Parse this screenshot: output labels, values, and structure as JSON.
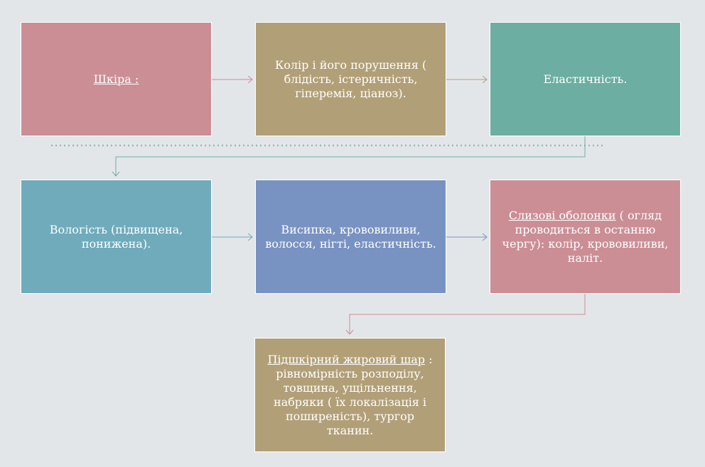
{
  "nodes": {
    "skin": {
      "title": "Шкіра :",
      "color": "#cb8e95"
    },
    "color_changes": {
      "text": "Колір  і його порушення ( блідість, істеричність, гіперемія, ціаноз).",
      "color": "#b19f77"
    },
    "elasticity": {
      "text": "Еластичність.",
      "color": "#6caea2"
    },
    "moisture": {
      "text": "Вологість (підвищена, понижена).",
      "color": "#6fabbb"
    },
    "rash": {
      "text": "Висипка, крововиливи, волосся, нігті, еластичність.",
      "color": "#7892c2"
    },
    "mucous": {
      "title": "Слизові оболонки",
      "text": " ( огляд проводиться в останню чергу): колір, крововиливи, наліт.",
      "color": "#cb8e95"
    },
    "subcutaneous": {
      "title": "Підшкірний жировий шар",
      "text": " : рівномірність розподілу, товщина, ущільнення, набряки ( їх локалізація і поширеність), тургор тканин.",
      "color": "#b19f77"
    }
  },
  "colors": {
    "arrow_pink": "#cb8e95",
    "arrow_tan": "#b19f77",
    "arrow_teal": "#6caea2",
    "arrow_blue": "#7892c2",
    "dotted_line": "#8fbcb1"
  }
}
